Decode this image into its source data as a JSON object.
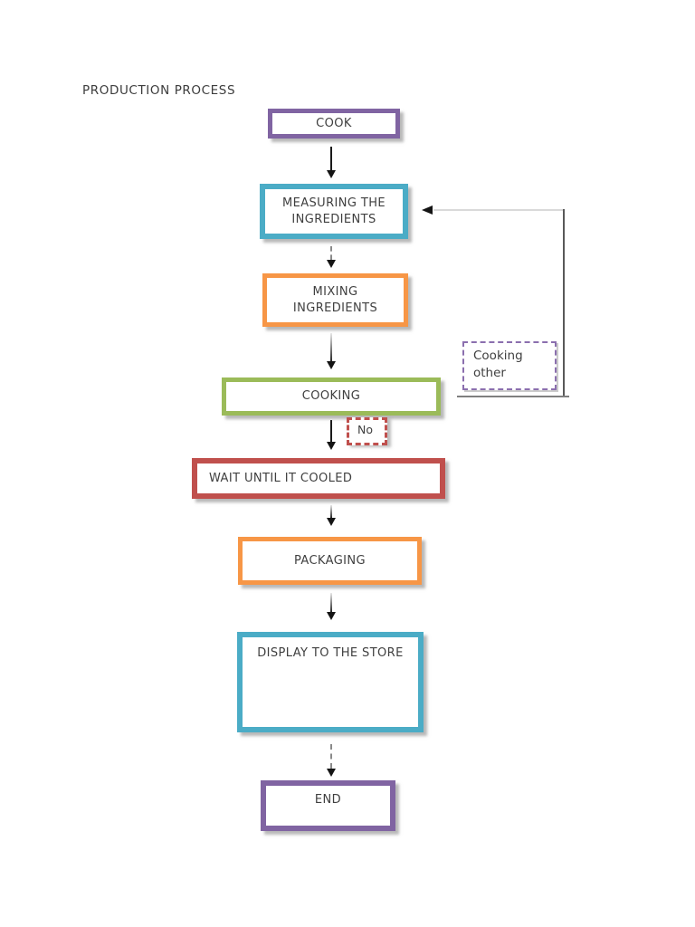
{
  "page": {
    "title": "PRODUCTION PROCESS",
    "background_color": "#ffffff",
    "text_color": "#3f3f3f"
  },
  "diagram": {
    "type": "flowchart",
    "nodes": [
      {
        "id": "cook",
        "label": "COOK",
        "border_color": "#8064A2"
      },
      {
        "id": "measuring",
        "lines": [
          "MEASURING THE",
          "INGREDIENTS"
        ],
        "border_color": "#4BACC6"
      },
      {
        "id": "mixing",
        "lines": [
          "MIXING",
          "INGREDIENTS"
        ],
        "border_color": "#F79646"
      },
      {
        "id": "cooking",
        "label": "COOKING",
        "border_color": "#9BBB59"
      },
      {
        "id": "wait",
        "label": "WAIT UNTIL IT COOLED",
        "border_color": "#C0504D"
      },
      {
        "id": "packaging",
        "label": "PACKAGING",
        "border_color": "#F79646"
      },
      {
        "id": "display",
        "label": "DISPLAY TO THE STORE",
        "border_color": "#4BACC6"
      },
      {
        "id": "end",
        "label": "END",
        "border_color": "#8064A2"
      }
    ],
    "annotations": [
      {
        "id": "cooking-other",
        "lines": [
          "Cooking",
          "other"
        ],
        "border_color": "#8b6fae",
        "border_style": "dashed"
      },
      {
        "id": "no",
        "label": "No",
        "border_color": "#C0504D",
        "border_style": "dashed"
      }
    ],
    "edges": [
      {
        "from": "cook",
        "to": "measuring",
        "style": "solid"
      },
      {
        "from": "measuring",
        "to": "mixing",
        "style": "solid"
      },
      {
        "from": "mixing",
        "to": "cooking",
        "style": "solid"
      },
      {
        "from": "cooking",
        "to": "wait",
        "style": "solid",
        "label": "No"
      },
      {
        "from": "wait",
        "to": "packaging",
        "style": "solid"
      },
      {
        "from": "packaging",
        "to": "display",
        "style": "solid"
      },
      {
        "from": "display",
        "to": "end",
        "style": "dashed"
      },
      {
        "from": "cooking",
        "to": "measuring",
        "style": "feedback-loop",
        "label": "Cooking other"
      }
    ]
  }
}
